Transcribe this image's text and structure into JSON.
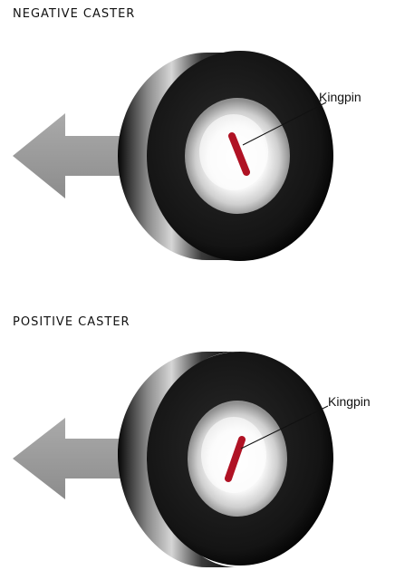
{
  "diagrams": [
    {
      "title": "NEGATIVE CASTER",
      "label": "Kingpin",
      "colors": {
        "kingpin": "#b01224",
        "arrow": "#999999",
        "tire": "#111111"
      }
    },
    {
      "title": "POSITIVE CASTER",
      "label": "Kingpin",
      "colors": {
        "kingpin": "#b01224",
        "arrow": "#999999",
        "tire": "#111111"
      }
    }
  ],
  "icons": [
    "left-arrow-icon",
    "wheel-icon",
    "kingpin-icon"
  ]
}
